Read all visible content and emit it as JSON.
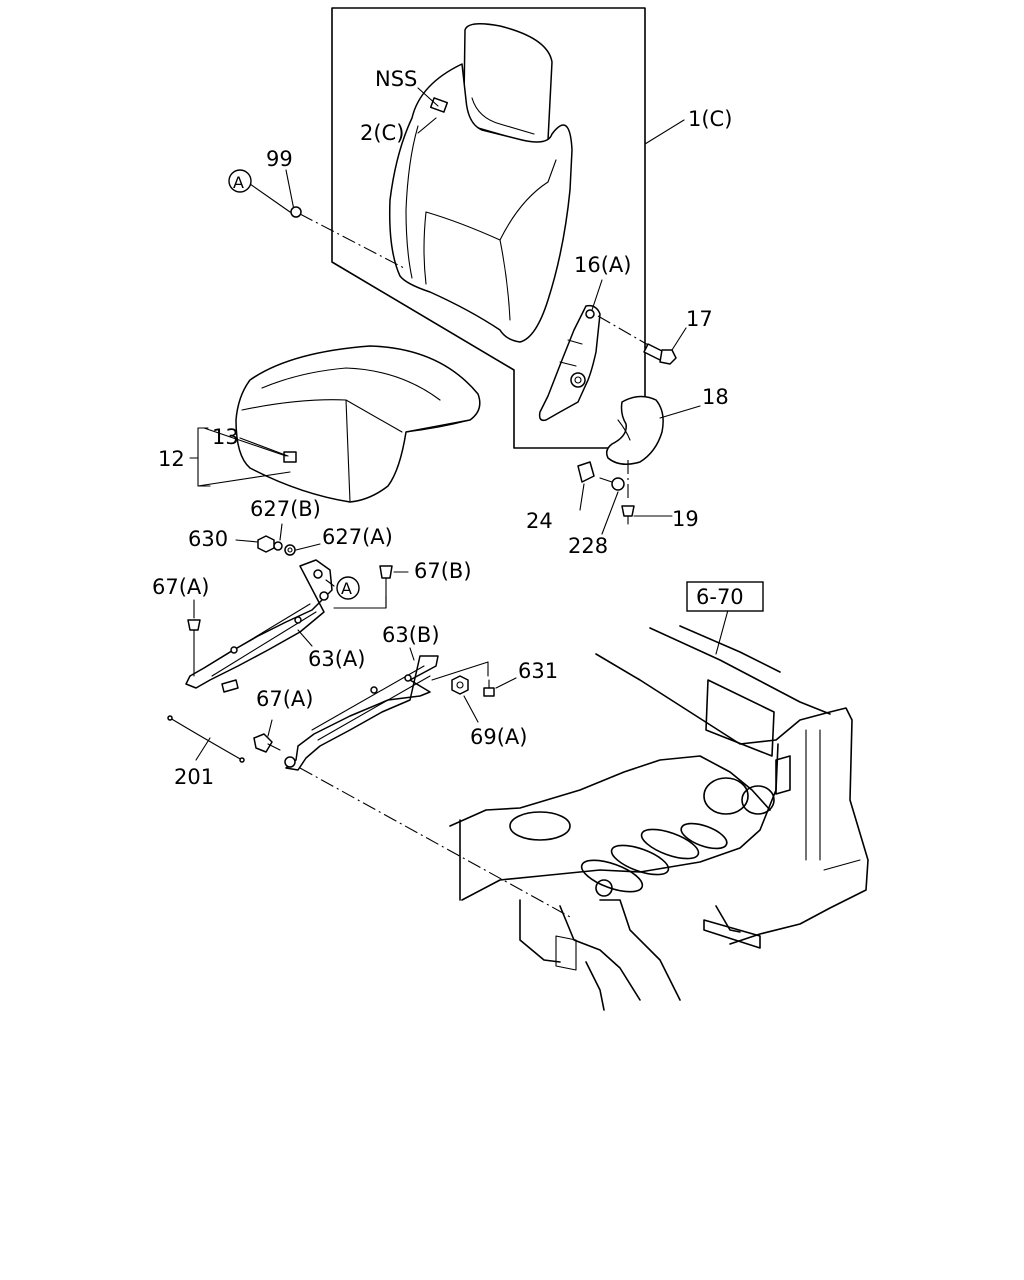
{
  "labels": {
    "nss": "NSS",
    "p2c": "2(C)",
    "p1c": "1(C)",
    "p99": "99",
    "refA_top": "A",
    "p16a": "16(A)",
    "p17": "17",
    "p18": "18",
    "p13": "13",
    "p12": "12",
    "p24": "24",
    "p228": "228",
    "p19": "19",
    "p627b": "627(B)",
    "p630": "630",
    "p627a": "627(A)",
    "refA_mid": "A",
    "p67b": "67(B)",
    "p67a_top": "67(A)",
    "p63a": "63(A)",
    "p63b": "63(B)",
    "p631": "631",
    "p69a": "69(A)",
    "p67a_bot": "67(A)",
    "p201": "201",
    "ref670": "6-70"
  }
}
